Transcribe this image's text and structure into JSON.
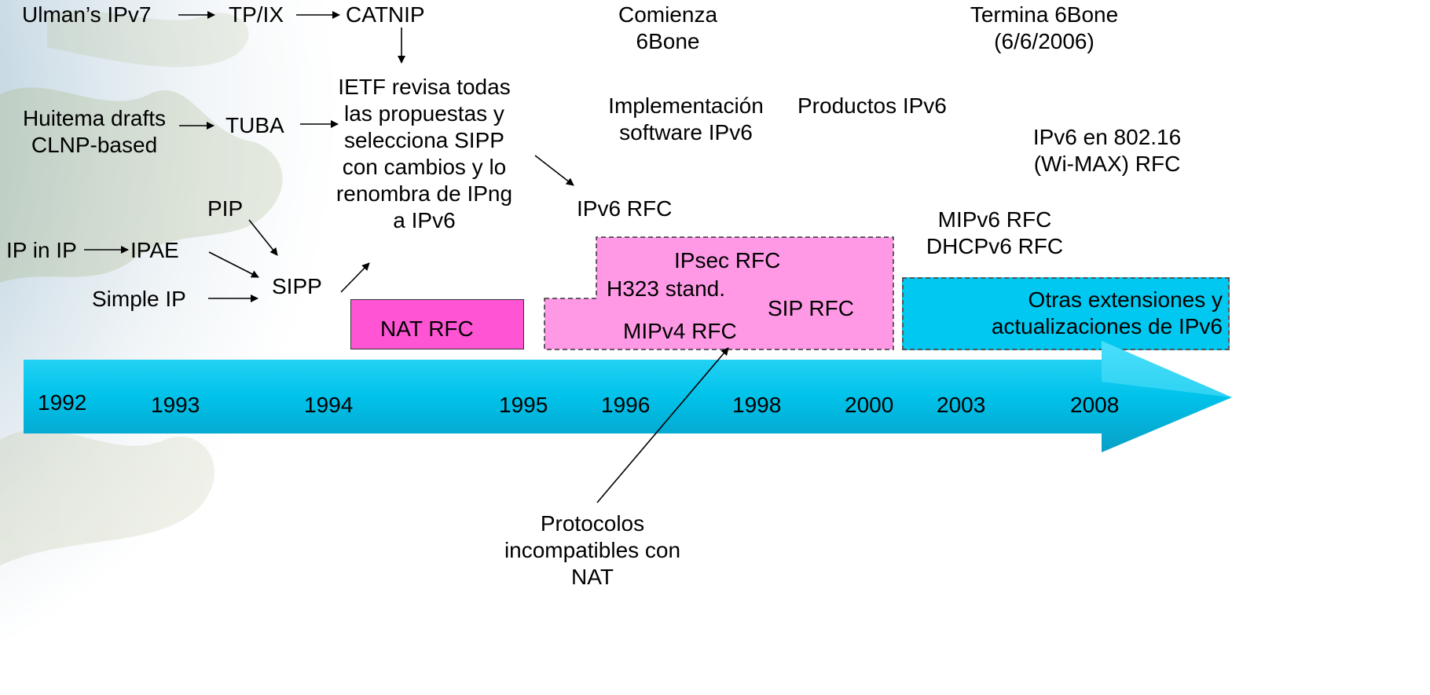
{
  "labels": {
    "ulman": "Ulman’s IPv7",
    "tpix": "TP/IX",
    "catnip": "CATNIP",
    "huitema_1": "Huitema drafts",
    "huitema_2": "CLNP-based",
    "tuba": "TUBA",
    "ietf_1": "IETF revisa todas",
    "ietf_2": "las propuestas y",
    "ietf_3": "selecciona SIPP",
    "ietf_4": "con cambios y lo",
    "ietf_5": "renombra de IPng",
    "ietf_6": "a IPv6",
    "pip": "PIP",
    "ipinip": "IP in IP",
    "ipae": "IPAE",
    "simpleip": "Simple IP",
    "sipp": "SIPP",
    "comienza_1": "Comienza",
    "comienza_2": "6Bone",
    "impl_1": "Implementación",
    "impl_2": "software IPv6",
    "productos": "Productos IPv6",
    "ipv6rfc": "IPv6 RFC",
    "termina_1": "Termina 6Bone",
    "termina_2": "(6/6/2006)",
    "wimax_1": "IPv6 en 802.16",
    "wimax_2": "(Wi-MAX) RFC",
    "mipv6": "MIPv6 RFC",
    "dhcpv6": "DHCPv6 RFC",
    "nat_rfc": "NAT RFC",
    "ipsec": "IPsec RFC",
    "h323": "H323 stand.",
    "sip": "SIP RFC",
    "mipv4": "MIPv4 RFC",
    "otras_1": "Otras extensiones y",
    "otras_2": "actualizaciones de IPv6",
    "proto_1": "Protocolos",
    "proto_2": "incompatibles con",
    "proto_3": "NAT"
  },
  "years": [
    "1992",
    "1993",
    "1994",
    "1995",
    "1996",
    "1998",
    "2000",
    "2003",
    "2008"
  ],
  "colors": {
    "timeline_arrow": "#00c8f0",
    "nat_box": "#ff55d4",
    "pink_box": "#ff99e6",
    "cyan_box": "#00c8f0"
  }
}
